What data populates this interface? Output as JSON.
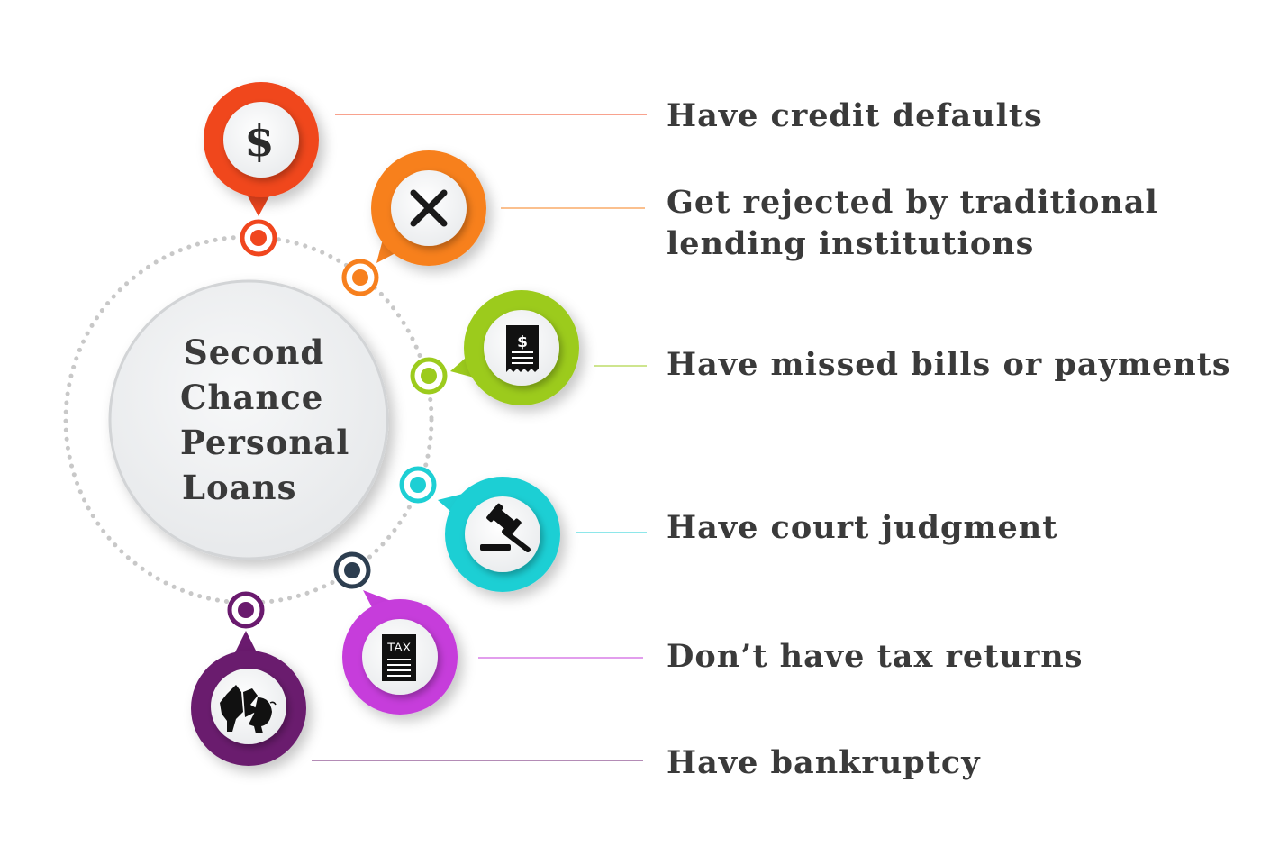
{
  "center": {
    "lines": [
      "Second",
      "Chance",
      "Personal",
      "Loans"
    ]
  },
  "items": [
    {
      "label": "Have credit defaults",
      "color": "#f0461e",
      "icon": "dollar-sign-icon"
    },
    {
      "label": "Get rejected by traditional",
      "label2": "lending institutions",
      "color": "#f7801e",
      "icon": "x-mark-icon"
    },
    {
      "label": "Have missed bills or payments",
      "color": "#9ccb1d",
      "icon": "bill-receipt-icon"
    },
    {
      "label": "Have court judgment",
      "color": "#1dcfd4",
      "icon": "gavel-icon"
    },
    {
      "label": "Don’t have tax returns",
      "color": "#c63ddb",
      "icon": "tax-document-icon"
    },
    {
      "label": "Have bankruptcy",
      "color": "#6a1a6e",
      "icon": "broken-piggy-bank-icon"
    }
  ],
  "icons": {
    "tax_text": "TAX",
    "dollar_text": "$"
  },
  "ring_dot_colors": [
    "#f0461e",
    "#f7801e",
    "#9ccb1d",
    "#1dcfd4",
    "#2d3e50",
    "#6a1a6e"
  ]
}
